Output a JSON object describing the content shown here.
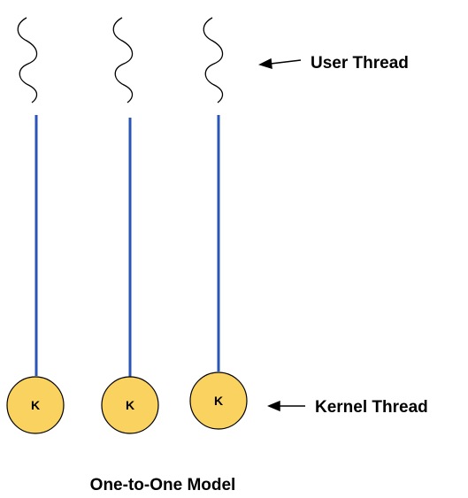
{
  "labels": {
    "user_thread": "User Thread",
    "kernel_thread": "Kernel Thread",
    "caption": "One-to-One Model"
  },
  "kernel_letter": "K",
  "colors": {
    "line": "#2a55b8",
    "kernel_fill": "#f9d260",
    "kernel_stroke": "#000000",
    "wave": "#000000"
  }
}
